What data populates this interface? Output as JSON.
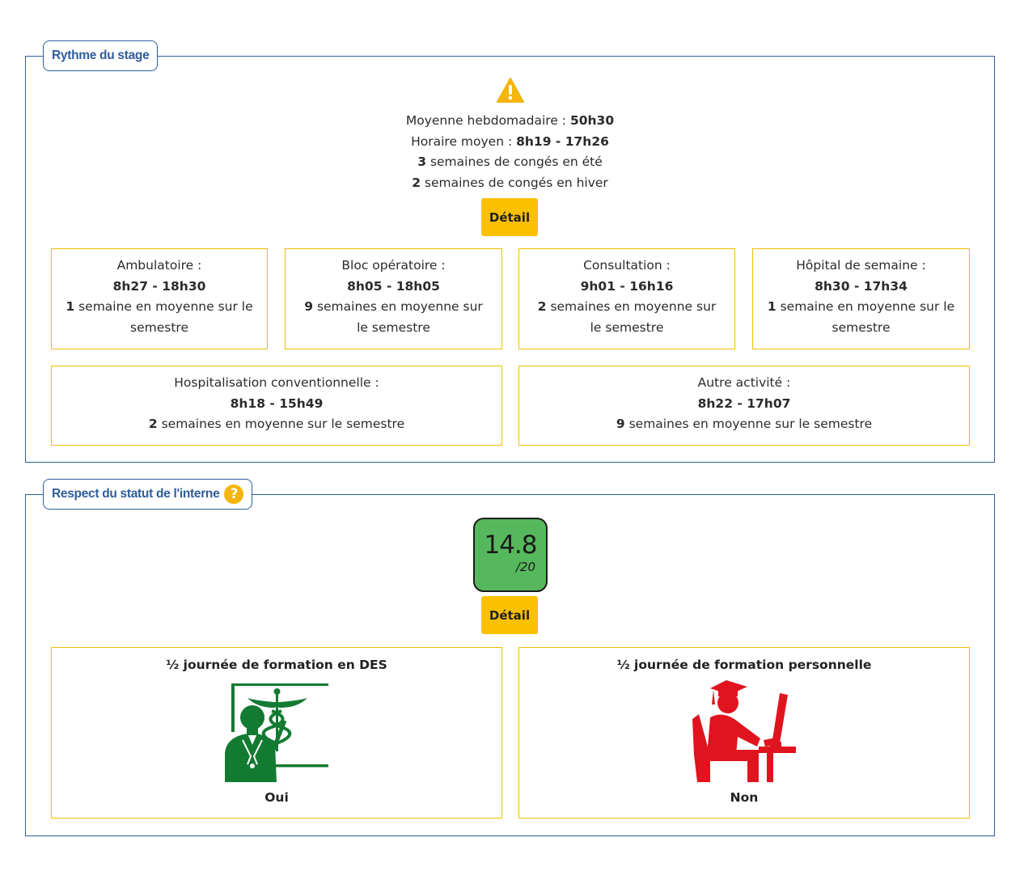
{
  "rythme": {
    "legend": "Rythme du stage",
    "summary": {
      "moyenne_label": "Moyenne hebdomadaire : ",
      "moyenne_value": "50h30",
      "horaire_label": "Horaire moyen : ",
      "horaire_value": "8h19 - 17h26",
      "ete_count": "3",
      "ete_text": " semaines de congés en été",
      "hiver_count": "2",
      "hiver_text": " semaines de congés en hiver"
    },
    "detail_label": "Détail",
    "activities": [
      {
        "label": "Ambulatoire :",
        "time": "8h27 - 18h30",
        "count": "1",
        "text1": " semaine en moyenne sur le",
        "text2": "semestre"
      },
      {
        "label": "Bloc opératoire :",
        "time": "8h05 - 18h05",
        "count": "9",
        "text1": " semaines en moyenne sur",
        "text2": "le semestre"
      },
      {
        "label": "Consultation :",
        "time": "9h01 - 16h16",
        "count": "2",
        "text1": " semaines en moyenne sur",
        "text2": "le semestre"
      },
      {
        "label": "Hôpital de semaine :",
        "time": "8h30 - 17h34",
        "count": "1",
        "text1": " semaine en moyenne sur le",
        "text2": "semestre"
      },
      {
        "label": "Hospitalisation conventionnelle :",
        "time": "8h18 - 15h49",
        "count": "2",
        "text1": " semaines en moyenne sur le semestre"
      },
      {
        "label": "Autre activité :",
        "time": "8h22 - 17h07",
        "count": "9",
        "text1": " semaines en moyenne sur le semestre"
      }
    ]
  },
  "statut": {
    "legend": "Respect du statut de l'interne",
    "help_icon": "?",
    "score": {
      "value": "14.8",
      "denominator": "/20",
      "color": "#56b85c"
    },
    "detail_label": "Détail",
    "formation_des": {
      "title": "½ journée de formation en DES",
      "value": "Oui",
      "icon": "teacher-caduceus-icon",
      "color": "#137a32"
    },
    "formation_perso": {
      "title": "½ journée de formation personnelle",
      "value": "Non",
      "icon": "graduate-computer-icon",
      "color": "#e0141e"
    }
  },
  "colors": {
    "section_border": "#2f5d9b",
    "box_border": "#f2bf00",
    "button": "#fbc000",
    "warning": "#f5b50a"
  }
}
